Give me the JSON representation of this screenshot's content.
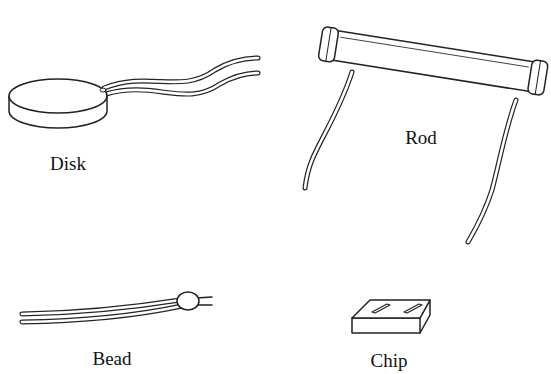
{
  "diagram": {
    "labels": [
      "Disk",
      "Rod",
      "Bead",
      "Chip"
    ]
  }
}
